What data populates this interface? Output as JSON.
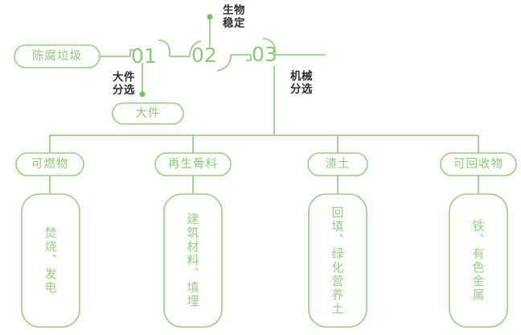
{
  "diagram": {
    "type": "process-flow",
    "title_text": "",
    "colors": {
      "accent_green": "#8dc97a",
      "line_green": "#9ccd87",
      "text_dark": "#2f2f2f",
      "background": "#ffffff"
    },
    "source_node": {
      "label": "陈腐垃圾"
    },
    "steps": [
      {
        "number": "01",
        "annotation": "大件\n分选",
        "annotation_position": "below"
      },
      {
        "number": "02",
        "annotation": "生物\n稳定",
        "annotation_position": "above"
      },
      {
        "number": "03",
        "annotation": "机械\n分选",
        "annotation_position": "below"
      }
    ],
    "side_output": {
      "label": "大件"
    },
    "outputs": [
      {
        "pill": "可燃物",
        "detail": "焚烧、发电"
      },
      {
        "pill": "再生骨料",
        "detail": "建筑材料、填埋"
      },
      {
        "pill": "渣土",
        "detail": "回填、绿化营养土"
      },
      {
        "pill": "可回收物",
        "detail": "铁、有色金属"
      }
    ]
  }
}
